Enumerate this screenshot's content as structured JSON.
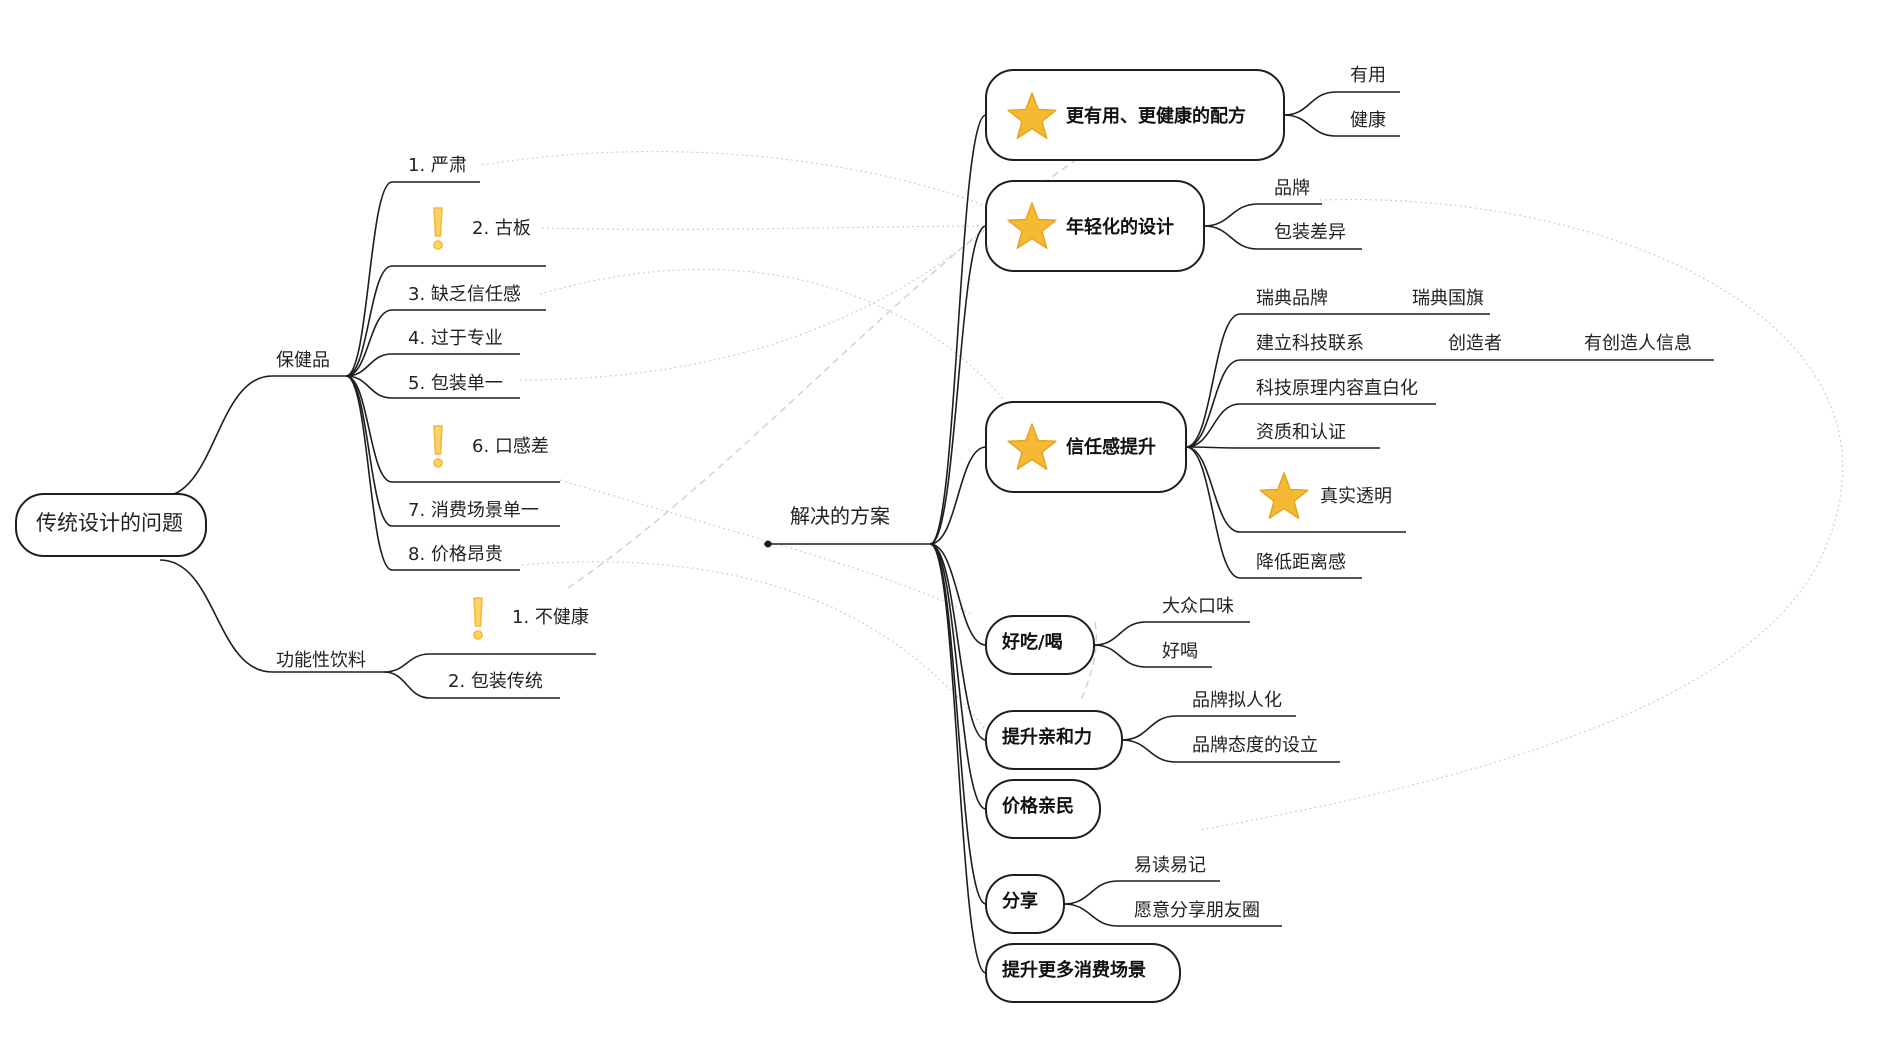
{
  "diagram": {
    "left_root": "传统设计的问题",
    "health": {
      "label": "保健品",
      "items": [
        "1. 严肃",
        "2. 古板",
        "3. 缺乏信任感",
        "4. 过于专业",
        "5. 包装单一",
        "6. 口感差",
        "7. 消费场景单一",
        "8. 价格昂贵"
      ]
    },
    "drink": {
      "label": "功能性饮料",
      "items": [
        "1. 不健康",
        "2. 包装传统"
      ]
    },
    "center": "解决的方案",
    "solutions": [
      {
        "label": "更有用、更健康的配方",
        "icon": "star-icon",
        "children": [
          "有用",
          "健康"
        ]
      },
      {
        "label": "年轻化的设计",
        "icon": "star-icon",
        "children": [
          "品牌",
          "包装差异"
        ]
      },
      {
        "label": "信任感提升",
        "icon": "star-icon",
        "children": [
          "瑞典品牌",
          "瑞典国旗",
          "建立科技联系",
          "创造者",
          "有创造人信息",
          "科技原理内容直白化",
          "资质和认证",
          "真实透明",
          "降低距离感"
        ]
      },
      {
        "label": "好吃/喝",
        "children": [
          "大众口味",
          "好喝"
        ]
      },
      {
        "label": "提升亲和力",
        "children": [
          "品牌拟人化",
          "品牌态度的设立"
        ]
      },
      {
        "label": "价格亲民",
        "children": []
      },
      {
        "label": "分享",
        "children": [
          "易读易记",
          "愿意分享朋友圈"
        ]
      },
      {
        "label": "提升更多消费场景",
        "children": []
      }
    ],
    "colors": {
      "star": "#f5b934",
      "star_stroke": "#e5a520",
      "exclaim": "#f5b934",
      "line": "#1e1e1e",
      "relation": "#cfcfcf"
    }
  }
}
